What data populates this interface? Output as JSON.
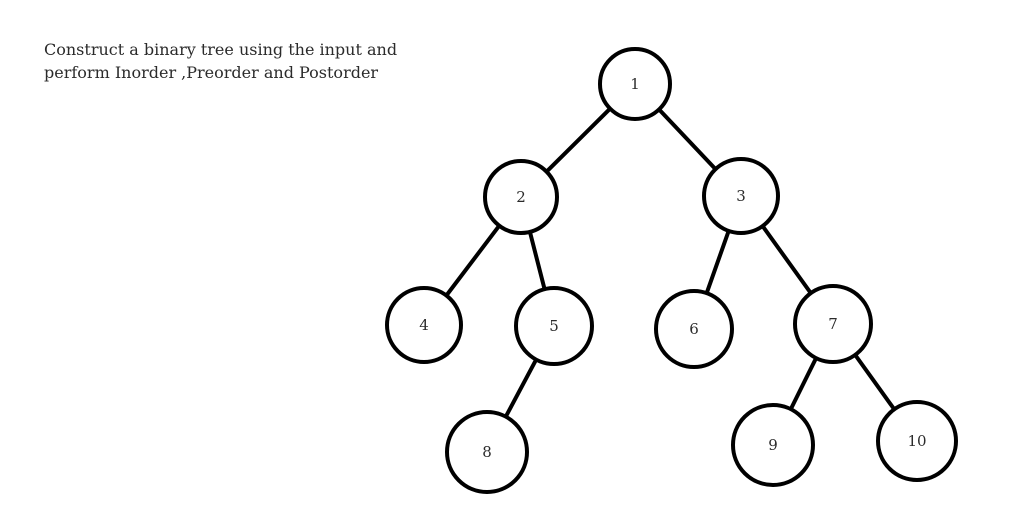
{
  "instruction": {
    "line1": "Construct a binary tree using the input and",
    "line2": "perform Inorder ,Preorder and Postorder"
  },
  "tree": {
    "nodes": [
      {
        "id": "1",
        "label": "1"
      },
      {
        "id": "2",
        "label": "2"
      },
      {
        "id": "3",
        "label": "3"
      },
      {
        "id": "4",
        "label": "4"
      },
      {
        "id": "5",
        "label": "5"
      },
      {
        "id": "6",
        "label": "6"
      },
      {
        "id": "7",
        "label": "7"
      },
      {
        "id": "8",
        "label": "8"
      },
      {
        "id": "9",
        "label": "9"
      },
      {
        "id": "10",
        "label": "10"
      }
    ],
    "edges": [
      {
        "from": "1",
        "to": "2"
      },
      {
        "from": "1",
        "to": "3"
      },
      {
        "from": "2",
        "to": "4"
      },
      {
        "from": "2",
        "to": "5"
      },
      {
        "from": "3",
        "to": "6"
      },
      {
        "from": "3",
        "to": "7"
      },
      {
        "from": "5",
        "to": "8"
      },
      {
        "from": "7",
        "to": "9"
      },
      {
        "from": "7",
        "to": "10"
      }
    ]
  }
}
